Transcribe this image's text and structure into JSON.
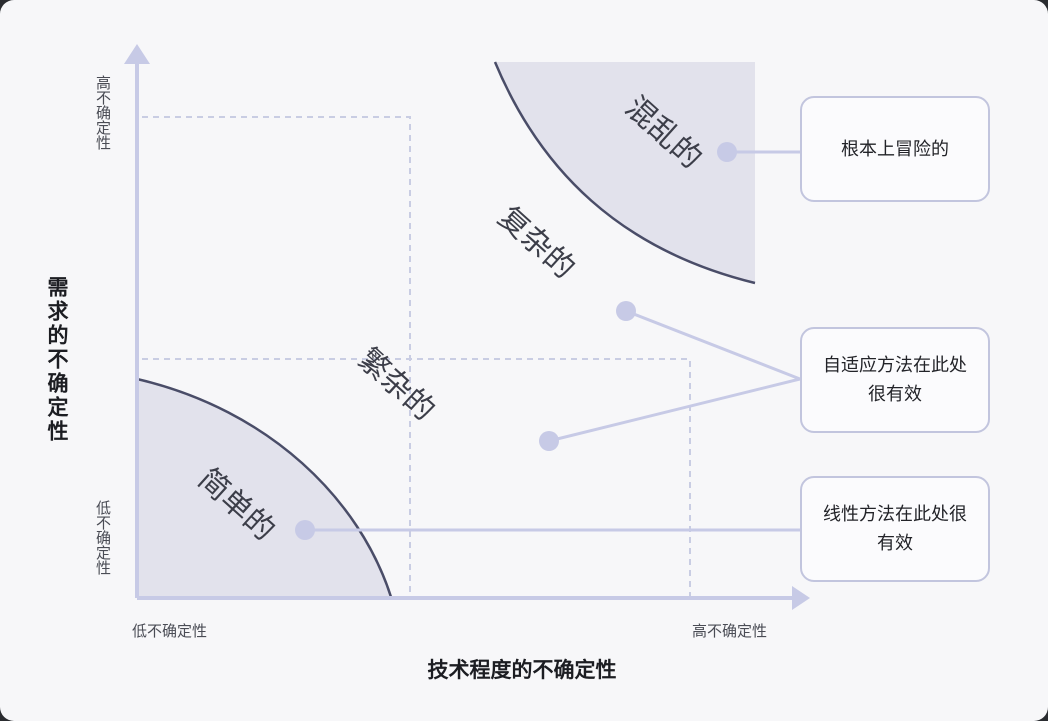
{
  "regions": {
    "chaotic": "混乱的",
    "complex": "复杂的",
    "complicated": "繁杂的",
    "simple": "简单的"
  },
  "callouts": {
    "risky": "根本上冒险的",
    "adaptive": "自适应方法在此处很有效",
    "linear": "线性方法在此处很有效"
  },
  "y_axis": {
    "title": "需求的不确定性",
    "high": "高不确定性",
    "low": "低不确定性"
  },
  "x_axis": {
    "title": "技术程度的不确定性",
    "low": "低不确定性",
    "high": "高不确定性"
  },
  "colors": {
    "shade": "#e2e2ec",
    "curve": "#4a4d68",
    "accent": "#c7cae6",
    "axis": "#c7cae6",
    "dashed": "#c9cde3"
  }
}
